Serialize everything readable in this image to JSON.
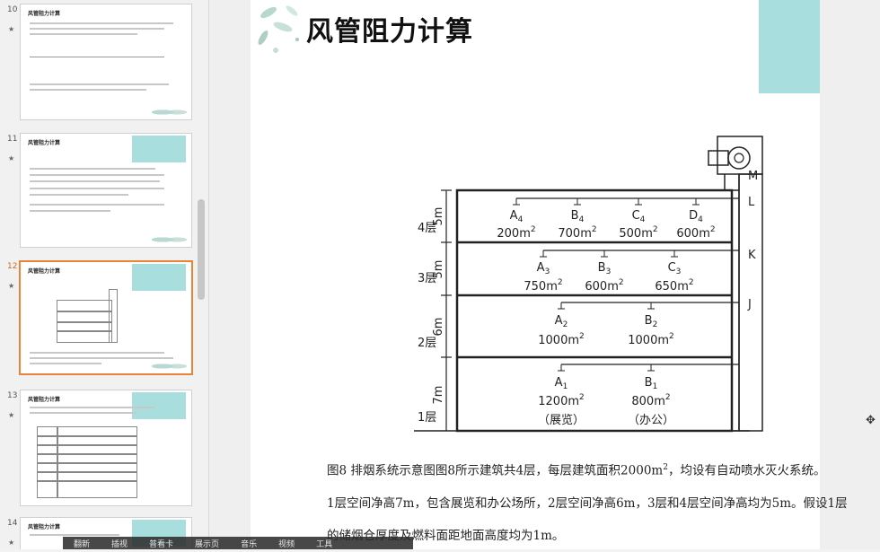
{
  "thumbnails": [
    {
      "num": "10",
      "title": "风管阻力计算",
      "selected": false
    },
    {
      "num": "11",
      "title": "风管阻力计算",
      "selected": false
    },
    {
      "num": "12",
      "title": "风管阻力计算",
      "selected": true
    },
    {
      "num": "13",
      "title": "风管阻力计算",
      "selected": false
    },
    {
      "num": "14",
      "title": "风管阻力计算",
      "selected": false
    }
  ],
  "slide": {
    "title": "风管阻力计算",
    "floors": [
      {
        "label": "4层",
        "height": "5m",
        "rooms": [
          {
            "name": "A",
            "sub": "4",
            "area": "200m",
            "exp": "2"
          },
          {
            "name": "B",
            "sub": "4",
            "area": "700m",
            "exp": "2"
          },
          {
            "name": "C",
            "sub": "4",
            "area": "500m",
            "exp": "2"
          },
          {
            "name": "D",
            "sub": "4",
            "area": "600m",
            "exp": "2"
          }
        ]
      },
      {
        "label": "3层",
        "height": "5m",
        "rooms": [
          {
            "name": "A",
            "sub": "3",
            "area": "750m",
            "exp": "2"
          },
          {
            "name": "B",
            "sub": "3",
            "area": "600m",
            "exp": "2"
          },
          {
            "name": "C",
            "sub": "3",
            "area": "650m",
            "exp": "2"
          }
        ]
      },
      {
        "label": "2层",
        "height": "6m",
        "rooms": [
          {
            "name": "A",
            "sub": "2",
            "area": "1000m",
            "exp": "2"
          },
          {
            "name": "B",
            "sub": "2",
            "area": "1000m",
            "exp": "2"
          }
        ]
      },
      {
        "label": "1层",
        "height": "7m",
        "rooms": [
          {
            "name": "A",
            "sub": "1",
            "area": "1200m",
            "exp": "2",
            "use": "（展览）"
          },
          {
            "name": "B",
            "sub": "1",
            "area": "800m",
            "exp": "2",
            "use": "（办公）"
          }
        ]
      }
    ],
    "shaft_labels": {
      "M": "M",
      "L": "L",
      "K": "K",
      "J": "J"
    },
    "caption_line1": "图8  排烟系统示意图图8所示建筑共4层，每层建筑面积2000m",
    "caption_line1_sup": "2",
    "caption_line1_end": "，均设有自动喷水灭火系统。",
    "caption_line2": "1层空间净高7m，包含展览和办公场所，2层空间净高6m，3层和4层空间净高均为5m。假设1层",
    "caption_line3": "的储烟仓厚度及燃料面距地面高度均为1m。"
  },
  "toolbar": [
    "翻新",
    "插视",
    "普看卡",
    "展示页",
    "音乐",
    "视频",
    "工具"
  ],
  "colors": {
    "teal": "#a8dedd",
    "selected_border": "#e8833a"
  }
}
